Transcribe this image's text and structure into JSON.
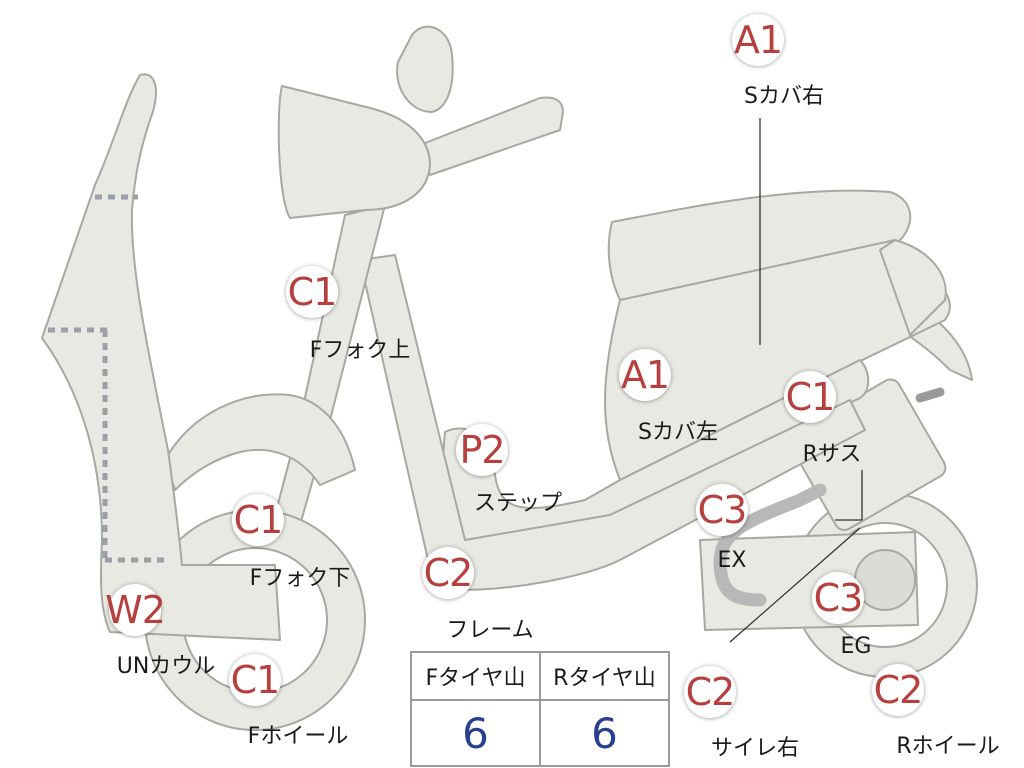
{
  "parts": [
    {
      "code": "A1",
      "label": "Sカバ右"
    },
    {
      "code": "C1",
      "label": "Fフォク上"
    },
    {
      "code": "A1",
      "label": "Sカバ左"
    },
    {
      "code": "C1",
      "label": "Rサス"
    },
    {
      "code": "P2",
      "label": "ステップ"
    },
    {
      "code": "C1",
      "label": "Fフォク下"
    },
    {
      "code": "C3",
      "label": "EX"
    },
    {
      "code": "C2",
      "label": "フレーム"
    },
    {
      "code": "W2",
      "label": "UNカウル"
    },
    {
      "code": "C3",
      "label": "EG"
    },
    {
      "code": "C1",
      "label": "Fホイール"
    },
    {
      "code": "C2",
      "label": "サイレ右"
    },
    {
      "code": "C2",
      "label": "Rホイール"
    }
  ],
  "tire_table": {
    "headers": [
      "Fタイヤ山",
      "Rタイヤ山"
    ],
    "values": [
      "6",
      "6"
    ]
  },
  "colors": {
    "badge_text": "#b5403f",
    "body_fill": "#e9e9e4",
    "outline": "#a8a8a2",
    "table_value": "#2a3f8f"
  }
}
